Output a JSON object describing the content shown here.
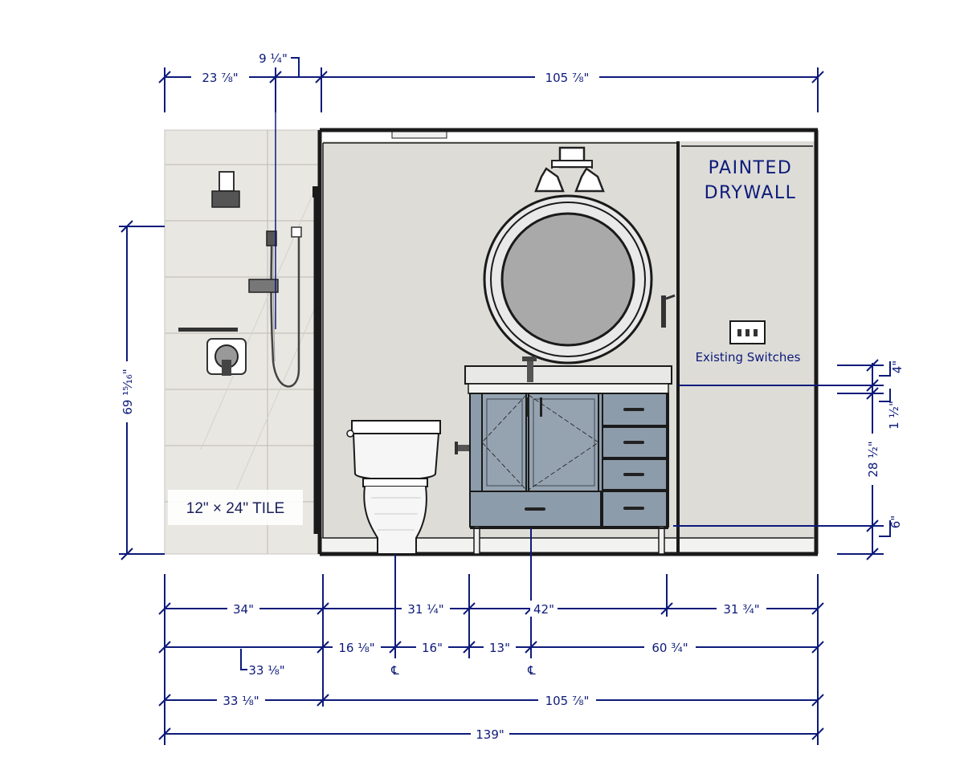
{
  "labels": {
    "painted_line1": "PAINTED",
    "painted_line2": "DRYWALL",
    "existing_switches": "Existing Switches",
    "tile": "12\" × 24\" TILE",
    "centerline_symbol": "℄"
  },
  "dimensions": {
    "top_left_width": "23 ⅞\"",
    "top_small": "9 ¼\"",
    "top_main_width": "105 ⅞\"",
    "left_height": "69 ¹⁵⁄₁₆\"",
    "right_4": "4\"",
    "right_1_5": "1 ½\"",
    "right_28_5": "28 ½\"",
    "right_6": "6\"",
    "row1_34": "34\"",
    "row1_31_25": "31 ¼\"",
    "row1_42": "42\"",
    "row1_31_75": "31 ¾\"",
    "row2_16_125": "16 ⅛\"",
    "row2_16": "16\"",
    "row2_13": "13\"",
    "row2_60_75": "60 ¾\"",
    "row2_33_125": "33 ⅛\"",
    "row3_33_125": "33 ⅛\"",
    "row3_105_875": "105 ⅞\"",
    "total_139": "139\""
  },
  "colors": {
    "dimension_line": "#0d1a7a",
    "wall_paint": "#dcdcd8",
    "tile": "#e8e6e1",
    "vanity_blue": "#8d9cab",
    "outline": "#1a1a1a"
  }
}
